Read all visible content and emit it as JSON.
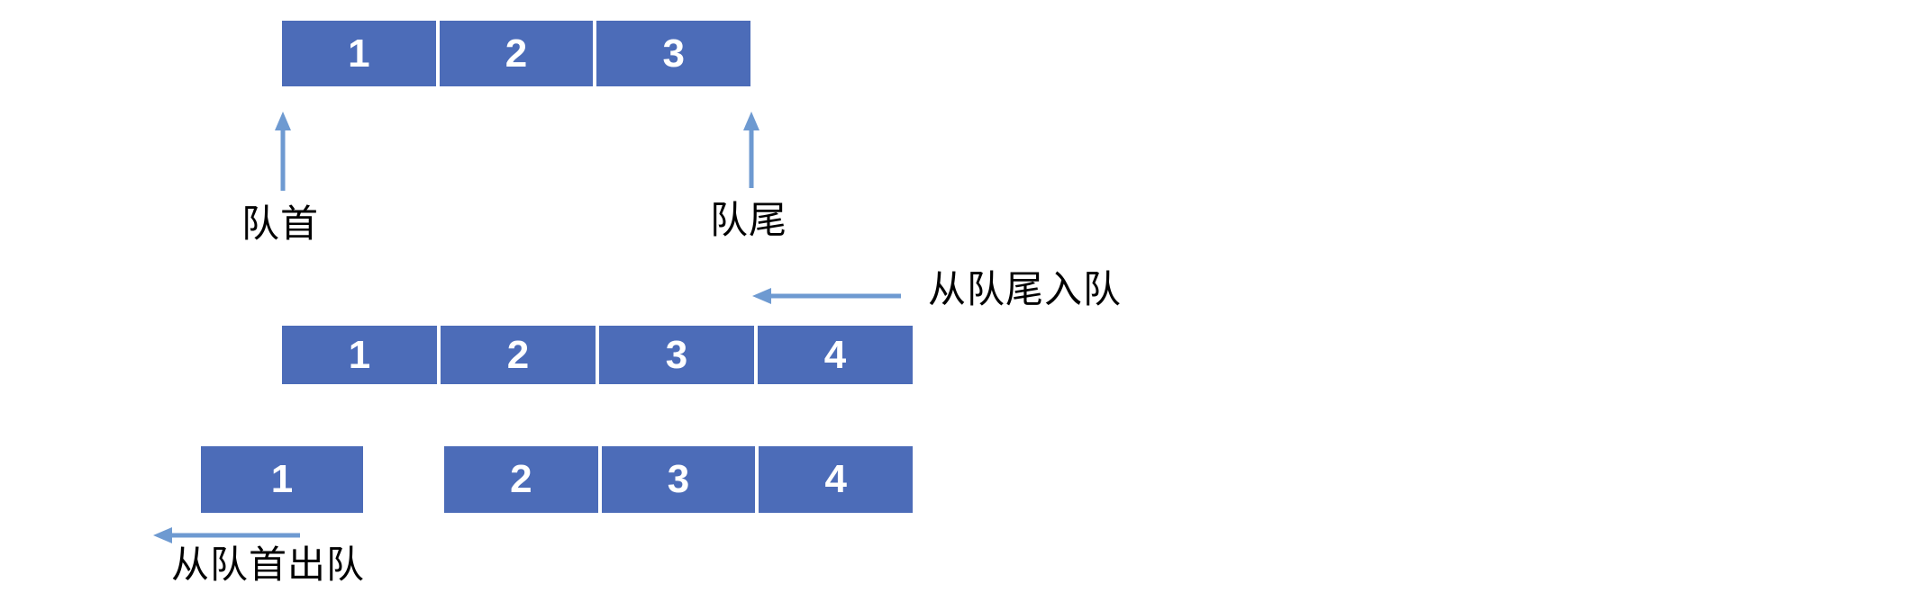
{
  "diagram": {
    "description_type": "queue-data-structure",
    "initial_queue": {
      "cells": [
        "1",
        "2",
        "3"
      ],
      "head_label": "队首",
      "tail_label": "队尾"
    },
    "enqueue_step": {
      "arrow_label": "从队尾入队",
      "cells": [
        "1",
        "2",
        "3",
        "4"
      ]
    },
    "dequeue_step": {
      "arrow_label": "从队首出队",
      "dequeued_cell": "1",
      "remaining_cells": [
        "2",
        "3",
        "4"
      ]
    }
  },
  "icons": {
    "head_pointer": "up-arrow",
    "tail_pointer": "up-arrow",
    "enqueue_direction": "left-arrow",
    "dequeue_direction": "left-arrow"
  },
  "colors": {
    "background": "#ffffff",
    "cell_fill": "#4c6cb8",
    "cell_text": "#ffffff",
    "cell_divider": "#ffffff",
    "arrow": "#6e9ad1",
    "label_text": "#000000"
  }
}
